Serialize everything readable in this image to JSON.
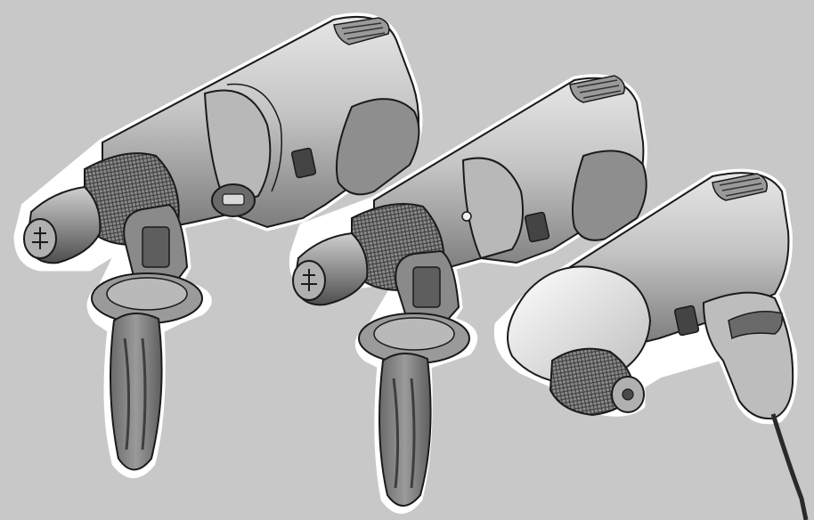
{
  "scene": {
    "background": "#c8c8c8",
    "outline_color": "#1a1a1a",
    "halo_color": "#ffffff",
    "body_light": "#dcdcdc",
    "body_mid": "#a6a6a6",
    "body_dark": "#6e6e6e",
    "grip_color": "#7d7d7d",
    "chuck_color": "#9a9a9a",
    "drills": [
      {
        "kind": "drill-with-side-handle",
        "icon": "power-drill-icon"
      },
      {
        "kind": "drill-with-side-handle",
        "icon": "power-drill-icon"
      },
      {
        "kind": "angle-drill",
        "icon": "angle-drill-icon"
      }
    ]
  }
}
